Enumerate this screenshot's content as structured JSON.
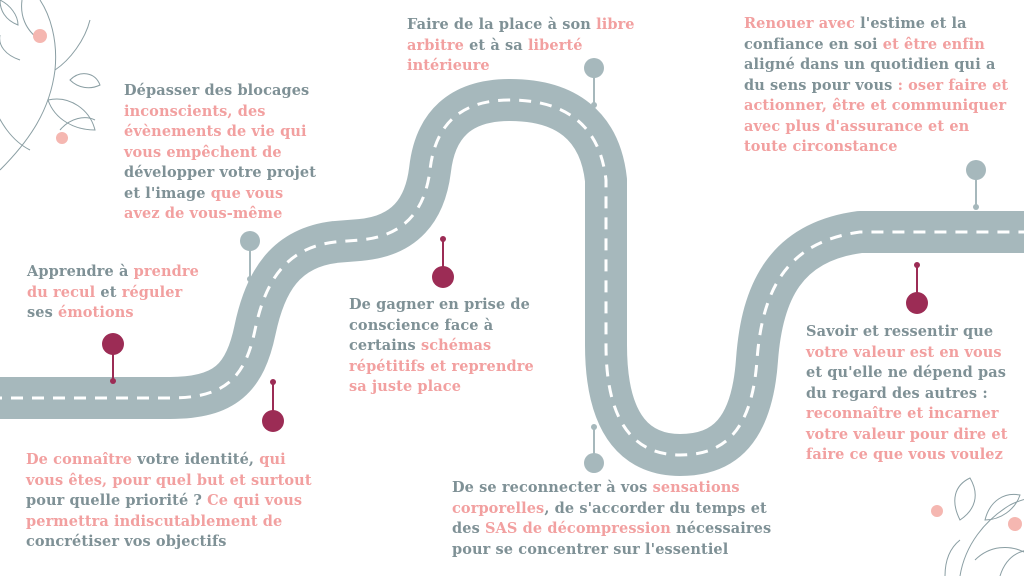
{
  "colors": {
    "road": "#a6b8bc",
    "dash": "#ffffff",
    "pin_dark": "#9c2c55",
    "pin_light": "#a6b8bc",
    "text": "#7f9196",
    "highlight": "#f2a0a0",
    "floral": "#8a9ea3",
    "dot": "#f5b7b1"
  },
  "icons": [
    "floral-branch-top-left-icon",
    "floral-branch-bottom-right-icon"
  ],
  "blocks": [
    {
      "id": "blocages",
      "segments": [
        {
          "t": "Dépasser des blocages ",
          "h": false
        },
        {
          "t": "inconscients, des évènements de vie qui vous empêchent de ",
          "h": true
        },
        {
          "t": "développer votre projet et l'image ",
          "h": false
        },
        {
          "t": "que vous avez de vous-même",
          "h": true
        }
      ]
    },
    {
      "id": "recul",
      "segments": [
        {
          "t": "Apprendre à ",
          "h": false
        },
        {
          "t": "prendre du recul",
          "h": true
        },
        {
          "t": " et ",
          "h": false
        },
        {
          "t": "réguler",
          "h": true
        },
        {
          "t": " ses ",
          "h": false
        },
        {
          "t": "émotions",
          "h": true
        }
      ]
    },
    {
      "id": "identite",
      "segments": [
        {
          "t": "De connaître",
          "h": true
        },
        {
          "t": " votre identité, ",
          "h": false
        },
        {
          "t": "qui vous êtes, pour quel but et surtout",
          "h": true
        },
        {
          "t": " pour quelle priorité ? ",
          "h": false
        },
        {
          "t": "Ce qui vous permettra indiscutablement de",
          "h": true
        },
        {
          "t": " concrétiser vos objectifs",
          "h": false
        }
      ]
    },
    {
      "id": "arbitre",
      "segments": [
        {
          "t": "Faire de la place à son ",
          "h": false
        },
        {
          "t": "libre arbitre",
          "h": true
        },
        {
          "t": " et à sa ",
          "h": false
        },
        {
          "t": "liberté intérieure",
          "h": true
        }
      ]
    },
    {
      "id": "schemas",
      "segments": [
        {
          "t": "De gagner en prise de conscience face à certains ",
          "h": false
        },
        {
          "t": "schémas répétitifs et reprendre sa juste place",
          "h": true
        }
      ]
    },
    {
      "id": "sensations",
      "segments": [
        {
          "t": "De se reconnecter à vos ",
          "h": false
        },
        {
          "t": "sensations corporelles",
          "h": true
        },
        {
          "t": ", de s'accorder du temps et des ",
          "h": false
        },
        {
          "t": "SAS de décompression",
          "h": true
        },
        {
          "t": " nécessaires pour se concentrer sur l'essentiel",
          "h": false
        }
      ]
    },
    {
      "id": "estime",
      "segments": [
        {
          "t": "Renouer avec",
          "h": true
        },
        {
          "t": " l'estime et la confiance en soi ",
          "h": false
        },
        {
          "t": "et être enfin",
          "h": true
        },
        {
          "t": " aligné dans un quotidien qui a du sens pour vous ",
          "h": false
        },
        {
          "t": ": oser faire et actionner, être et communiquer avec plus d'assurance et en toute circonstance",
          "h": true
        }
      ]
    },
    {
      "id": "valeur",
      "segments": [
        {
          "t": "Savoir et ressentir que ",
          "h": false
        },
        {
          "t": "votre valeur est en vous",
          "h": true
        },
        {
          "t": " et qu'elle ne dépend pas du regard des autres : ",
          "h": false
        },
        {
          "t": "reconnaître et incarner votre valeur pour dire et faire ce que vous voulez",
          "h": true
        }
      ]
    }
  ]
}
